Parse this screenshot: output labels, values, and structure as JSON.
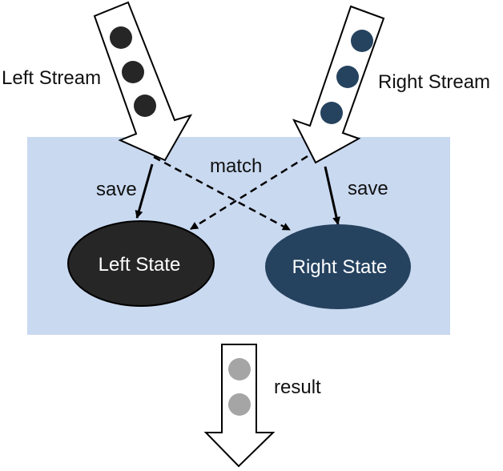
{
  "labels": {
    "left_stream": "Left Stream",
    "right_stream": "Right Stream",
    "match": "match",
    "save_left": "save",
    "save_right": "save",
    "result": "result"
  },
  "states": {
    "left": "Left State",
    "right": "Right State"
  },
  "colors": {
    "join_area": "#c9d9f0",
    "left_state": "#262626",
    "right_state": "#25425f",
    "left_dot": "#262626",
    "right_dot": "#25425f",
    "result_dot": "#a5a5a5",
    "stroke": "#000000"
  }
}
